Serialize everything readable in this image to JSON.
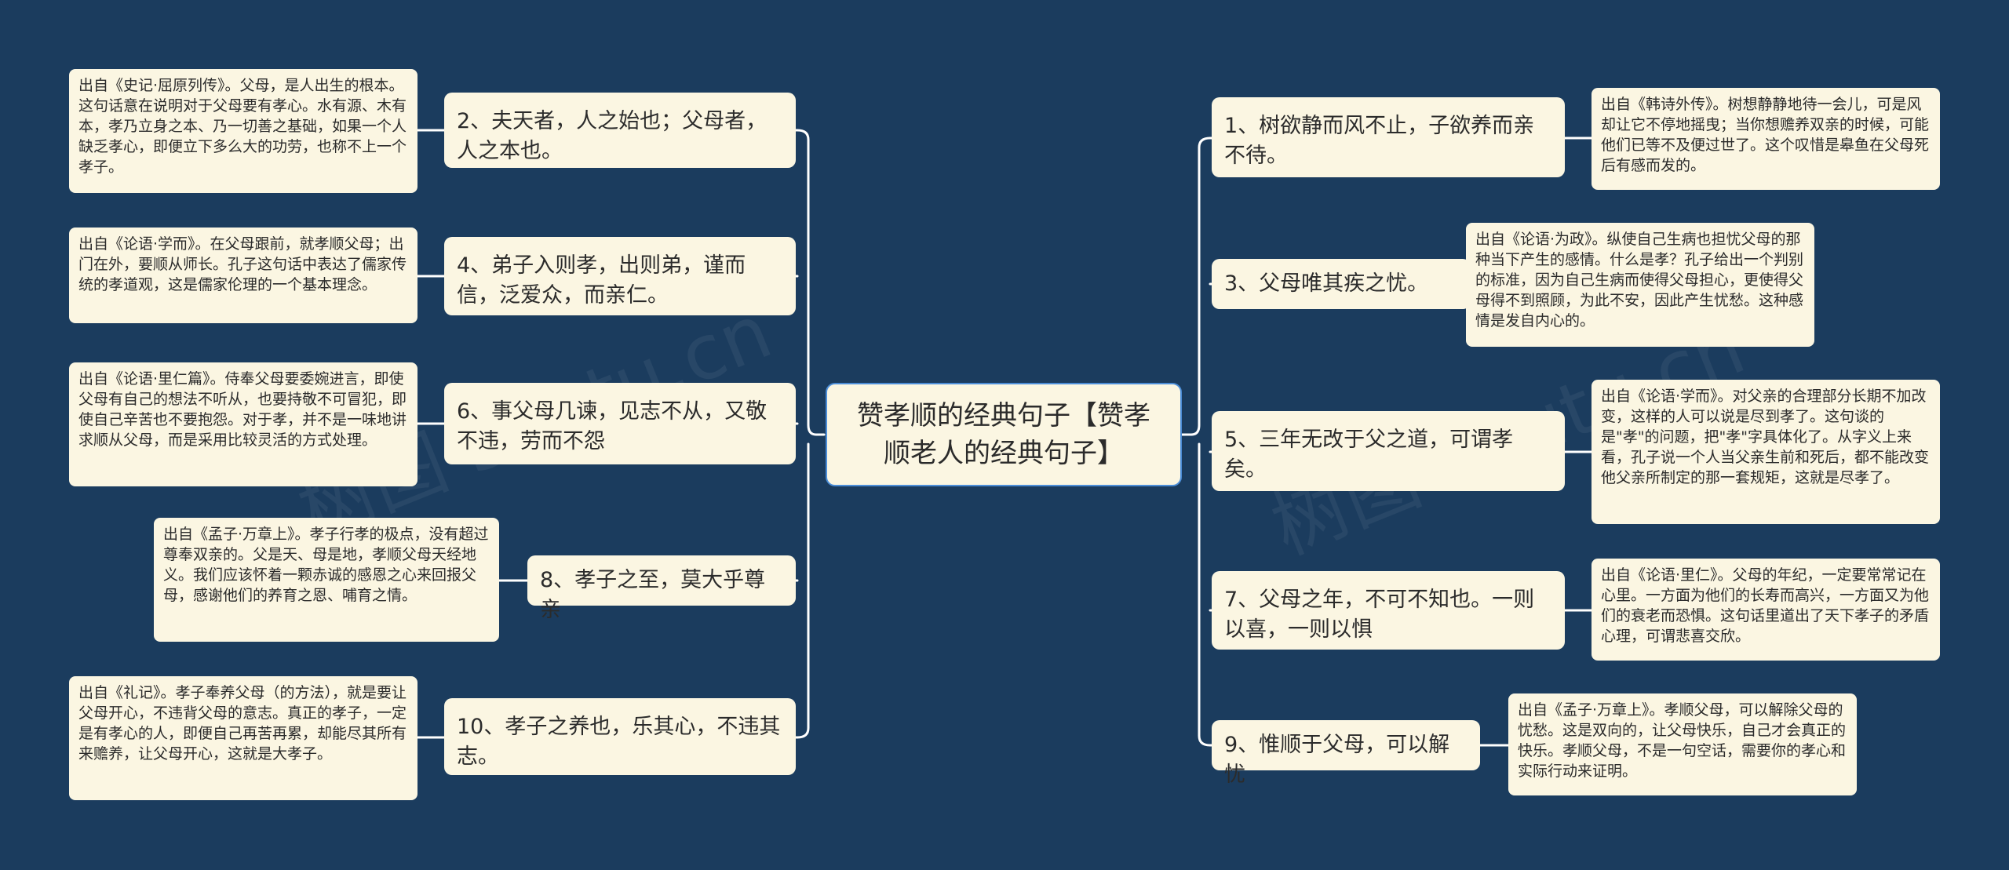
{
  "center": {
    "title": "赞孝顺的经典句子【赞孝顺老人的经典句子】"
  },
  "left_branches": [
    {
      "text": "2、夫天者，人之始也；父母者，人之本也。",
      "note": "出自《史记·屈原列传》。父母，是人出生的根本。这句话意在说明对于父母要有孝心。水有源、木有本，孝乃立身之本、乃一切善之基础，如果一个人缺乏孝心，即便立下多么大的功劳，也称不上一个孝子。"
    },
    {
      "text": "4、弟子入则孝，出则弟，谨而信，泛爱众，而亲仁。",
      "note": "出自《论语·学而》。在父母跟前，就孝顺父母；出门在外，要顺从师长。孔子这句话中表达了儒家传统的孝道观，这是儒家伦理的一个基本理念。"
    },
    {
      "text": "6、事父母几谏，见志不从，又敬不违，劳而不怨",
      "note": "出自《论语·里仁篇》。侍奉父母要委婉进言，即使父母有自己的想法不听从，也要持敬不可冒犯，即使自己辛苦也不要抱怨。对于孝，并不是一味地讲求顺从父母，而是采用比较灵活的方式处理。"
    },
    {
      "text": "8、孝子之至，莫大乎尊亲",
      "note": "出自《孟子·万章上》。孝子行孝的极点，没有超过尊奉双亲的。父是天、母是地，孝顺父母天经地义。我们应该怀着一颗赤诚的感恩之心来回报父母，感谢他们的养育之恩、哺育之情。"
    },
    {
      "text": "10、孝子之养也，乐其心，不违其志。",
      "note": "出自《礼记》。孝子奉养父母（的方法），就是要让父母开心，不违背父母的意志。真正的孝子，一定是有孝心的人，即便自己再苦再累，却能尽其所有来赡养，让父母开心，这就是大孝子。"
    }
  ],
  "right_branches": [
    {
      "text": "1、树欲静而风不止，子欲养而亲不待。",
      "note": "出自《韩诗外传》。树想静静地待一会儿，可是风却让它不停地摇曳；当你想赡养双亲的时候，可能他们已等不及便过世了。这个叹惜是皋鱼在父母死后有感而发的。"
    },
    {
      "text": "3、父母唯其疾之忧。",
      "note": "出自《论语·为政》。纵使自己生病也担忧父母的那种当下产生的感情。什么是孝？孔子给出一个判别的标准，因为自己生病而使得父母担心，更使得父母得不到照顾，为此不安，因此产生忧愁。这种感情是发自内心的。"
    },
    {
      "text": "5、三年无改于父之道，可谓孝矣。",
      "note": "出自《论语·学而》。对父亲的合理部分长期不加改变，这样的人可以说是尽到孝了。这句谈的是\"孝\"的问题，把\"孝\"字具体化了。从字义上来看，孔子说一个人当父亲生前和死后，都不能改变他父亲所制定的那一套规矩，这就是尽孝了。"
    },
    {
      "text": "7、父母之年，不可不知也。一则以喜，一则以惧",
      "note": "出自《论语·里仁》。父母的年纪，一定要常常记在心里。一方面为他们的长寿而高兴，一方面又为他们的衰老而恐惧。这句话里道出了天下孝子的矛盾心理，可谓悲喜交欣。"
    },
    {
      "text": "9、惟顺于父母，可以解忧",
      "note": "出自《孟子·万章上》。孝顺父母，可以解除父母的忧愁。这是双向的，让父母快乐，自己才会真正的快乐。孝顺父母，不是一句空话，需要你的孝心和实际行动来证明。"
    }
  ],
  "colors": {
    "background": "#1b3c5e",
    "node_fill": "#fbf6e2",
    "center_border": "#4c8ed8",
    "connector": "#ffffff"
  }
}
